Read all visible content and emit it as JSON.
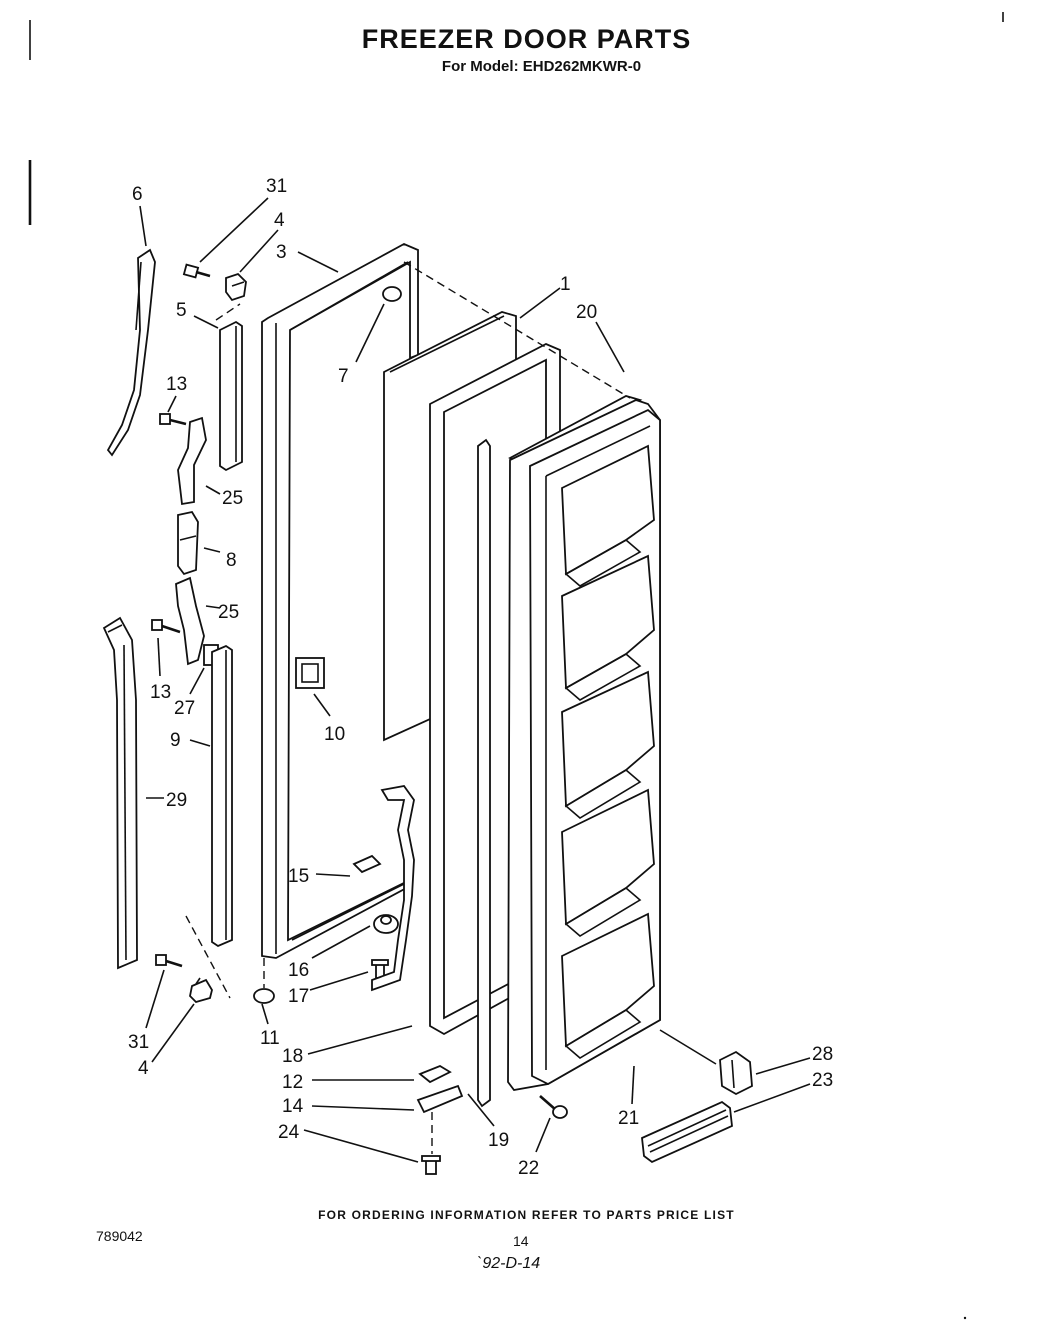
{
  "header": {
    "title": "FREEZER DOOR PARTS",
    "model_line": "For Model: EHD262MKWR-0"
  },
  "footer": {
    "ordering_info": "FOR ORDERING INFORMATION REFER TO PARTS PRICE LIST",
    "doc_number": "789042",
    "page_number": "14",
    "handwritten_date": "`92-D-14"
  },
  "callouts": [
    "6",
    "31",
    "4",
    "3",
    "1",
    "20",
    "7",
    "5",
    "13",
    "25",
    "8",
    "25",
    "13",
    "27",
    "10",
    "9",
    "29",
    "15",
    "16",
    "17",
    "11",
    "18",
    "12",
    "14",
    "24",
    "31",
    "4",
    "19",
    "22",
    "21",
    "28",
    "23"
  ]
}
